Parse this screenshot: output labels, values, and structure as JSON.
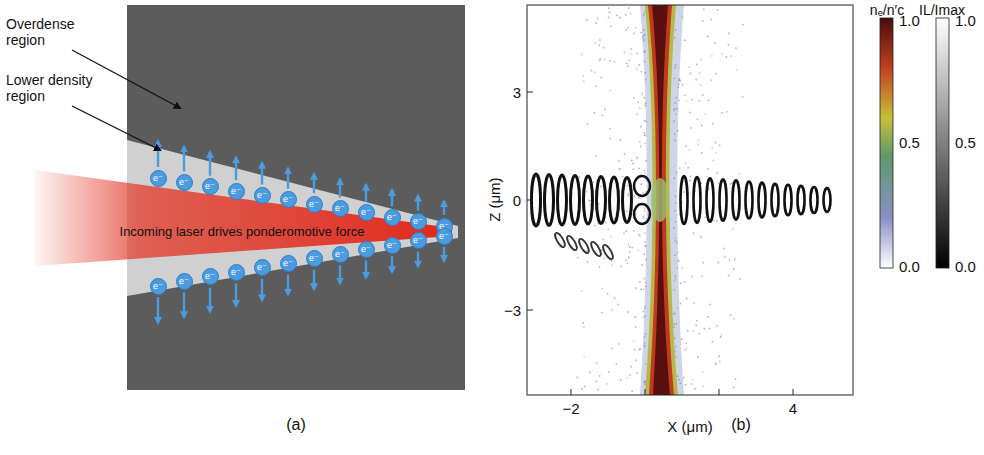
{
  "diagram": {
    "nodes": [
      {
        "text": [
          "e⁻"
        ]
      },
      {
        "text": [
          "e⁻"
        ]
      },
      {
        "text": [
          "e⁻"
        ]
      },
      {
        "text": [
          "e⁻"
        ]
      },
      {
        "text": [
          "e⁻"
        ]
      },
      {
        "text": [
          "e⁻"
        ]
      },
      {
        "text": [
          "e⁻"
        ]
      },
      {
        "text": [
          "e⁻"
        ]
      },
      {
        "text": [
          "e⁻"
        ]
      },
      {
        "text": [
          "e⁻"
        ]
      },
      {
        "text": [
          "e⁻"
        ]
      },
      {
        "text": [
          "e⁻"
        ]
      },
      {
        "text": [
          "e⁻"
        ]
      },
      {
        "text": [
          "e⁻"
        ]
      },
      {
        "text": [
          "e⁻"
        ]
      },
      {
        "text": [
          "e⁻"
        ]
      },
      {
        "text": [
          "e⁻"
        ]
      },
      {
        "text": [
          "e⁻"
        ]
      },
      {
        "text": [
          "e⁻"
        ]
      },
      {
        "text": [
          "e⁻"
        ]
      },
      {
        "text": [
          "e⁻"
        ]
      },
      {
        "text": [
          "e⁻"
        ]
      },
      {
        "text": [
          "e⁻"
        ]
      },
      {
        "text": [
          "e⁻"
        ]
      }
    ],
    "labels": [
      "Overdense region",
      "Lower density region",
      "Incoming laser drives ponderomotive force",
      "(a)",
      "(b)",
      "3",
      "0",
      "−3",
      "Z (μm)",
      "−2",
      "4",
      "X (μm)",
      "nₑ/n′c",
      "IL/Imax",
      "1.0",
      "0.5",
      "0.0",
      "1.0",
      "0.5",
      "0.0"
    ]
  }
}
